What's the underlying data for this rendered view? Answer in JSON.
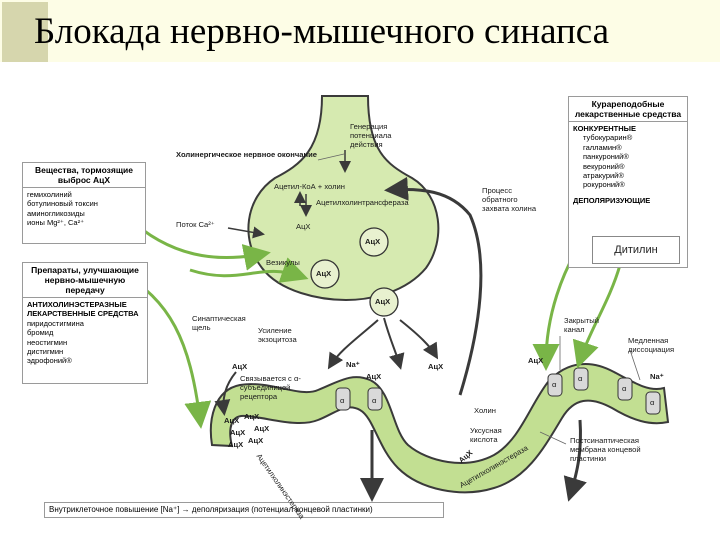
{
  "title": "Блокада нервно-мышечного синапса",
  "callout": "Дитилин",
  "left_box1": {
    "header": "Вещества, тормозящие выброс АцХ",
    "items": [
      "гемихолиний",
      "ботулиновый токсин",
      "аминогликозиды",
      "ионы Mg²⁺, Ca²⁺"
    ]
  },
  "left_box2": {
    "header": "Препараты, улучшающие нервно-мышечную передачу",
    "subheader": "АНТИХОЛИНЭСТЕРАЗНЫЕ ЛЕКАРСТВЕННЫЕ СРЕДСТВА",
    "items": [
      "пиридостигмина",
      "бромид",
      "неостигмин",
      "дистигмин",
      "эдрофоний®"
    ]
  },
  "right_box": {
    "header": "Курареподобные лекарственные средства",
    "competitive_label": "КОНКУРЕНТНЫЕ",
    "competitive_items": [
      "тубокурарин®",
      "галламин®",
      "панкуроний®",
      "векуроний®",
      "атракурий®",
      "рокуроний®"
    ],
    "depolarizing_label": "ДЕПОЛЯРИЗУЮЩИЕ"
  },
  "bottom_box": "Внутриклеточное повышение [Na⁺] → деполяризация (потенциал концевой пластинки)",
  "labels": {
    "cholinergic_terminal": "Холинергическое нервное окончание",
    "ap_generation": "Генерация потенциала действия",
    "acetyl_coa": "Ацетил-КоА + холин",
    "chat": "Ацетилхолинтрансфераза",
    "ach_small": "АцХ",
    "ca_flow": "Поток Ca²⁺",
    "ach_circle1": "АцХ",
    "vesicles": "Везикулы",
    "ach_circle2": "АцХ",
    "reuptake": "Процесс обратного захвата холина",
    "ach_circle3": "АцХ",
    "synaptic_cleft": "Синаптическая щель",
    "exocytosis": "Усиление экзоцитоза",
    "closed_channel": "Закрытый канал",
    "slow_dissociation": "Медленная диссоциация",
    "ach_left": "АцХ",
    "binds_alpha": "Связывается с α-субъединицей рецептора",
    "na_plus1": "Na⁺",
    "ach_mid1": "АцХ",
    "ach_mid2": "АцХ",
    "ach_right": "АцХ",
    "na_plus2": "Na⁺",
    "choline": "Холин",
    "acetic_acid": "Уксусная кислота",
    "ach_hydro": "АцХ",
    "postsynaptic": "Постсинаптическая мембрана концевой пластинки",
    "ache1": "Ацетилхолинэстераза",
    "ache2": "Ацетилхолинэстераза",
    "ach_cluster": [
      "АцХ",
      "АцХ",
      "АцХ",
      "АцХ",
      "АцХ",
      "АцХ"
    ],
    "alpha": "α"
  },
  "colors": {
    "cell_fill": "#d6eab0",
    "cell_stroke": "#3a3a3a",
    "arrow_green": "#79b547",
    "circle_fill": "#e8f1cf",
    "receptor_fill": "#d9d9d9"
  }
}
